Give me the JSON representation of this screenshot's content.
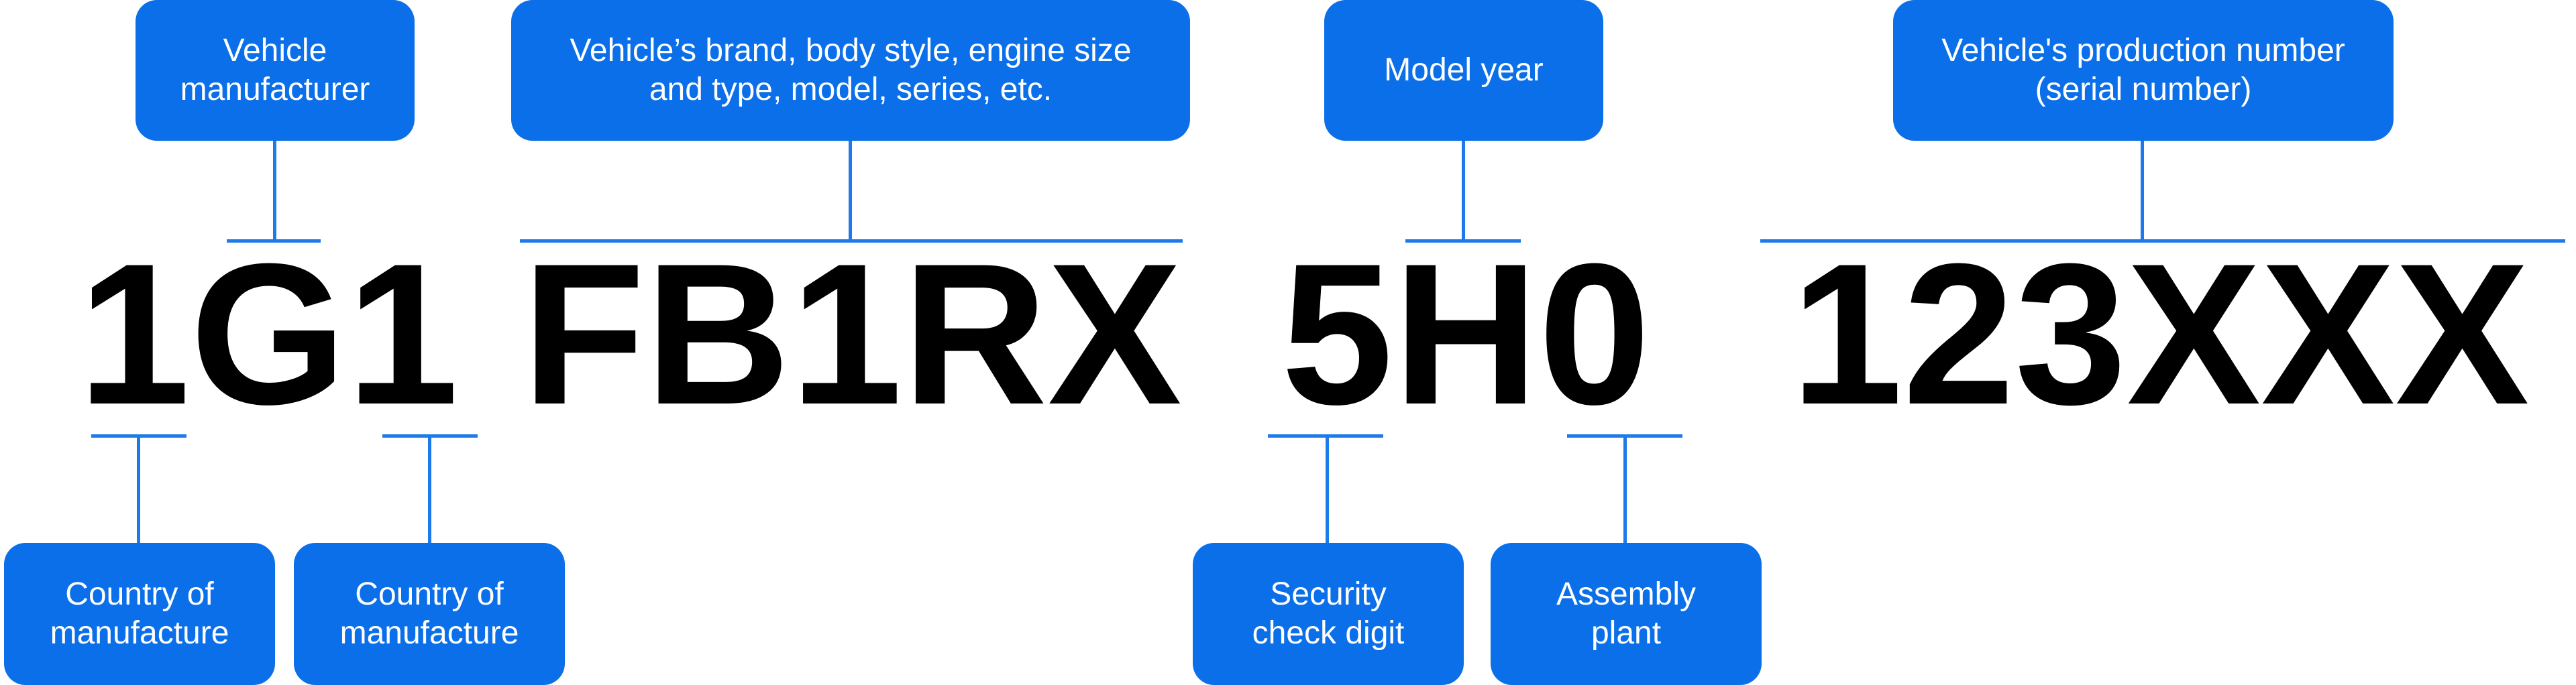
{
  "vin": {
    "g1": "1G1",
    "g2": "FB1RX",
    "g3": "5H0",
    "g4": "123XXX"
  },
  "labels_top": {
    "manufacturer": "Vehicle\nmanufacturer",
    "attributes": "Vehicle’s brand, body style, engine size\nand type, model, series, etc.",
    "model_year": "Model year",
    "serial": "Vehicle's production number\n(serial number)"
  },
  "labels_bottom": {
    "country1": "Country of\nmanufacture",
    "country2": "Country of\nmanufacture",
    "check_digit": "Security\ncheck digit",
    "plant": "Assembly\nplant"
  },
  "colors": {
    "box": "#0a6fe8",
    "line": "#1e7ae8",
    "text_on_box": "#ffffff",
    "vin_text": "#000000"
  }
}
